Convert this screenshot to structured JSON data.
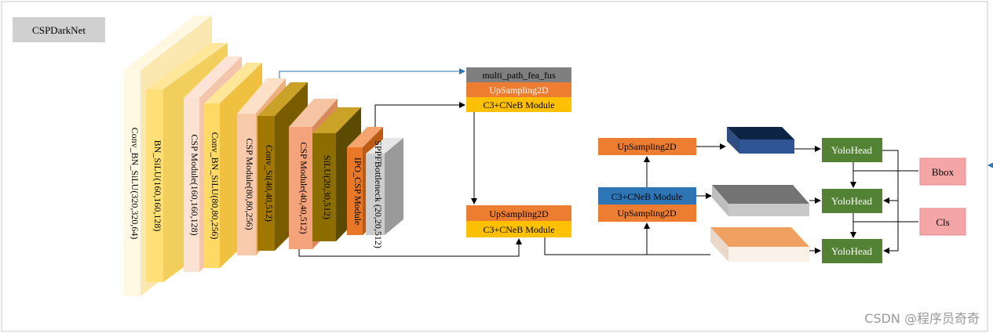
{
  "backbone": {
    "tag": "CSPDarkNet",
    "layers": [
      "Conv_BN_SiLU(320,320,64)",
      "BN_SiLU(160,160,128)",
      "CSP Module(160,160,128)",
      "Conv_BN_SiLU(80,80,256)",
      "CSP Module(80,80,256)",
      "Conv_Si(40,40,512)",
      "CSP Module(40,40,512)",
      "SiLU(20,30,512)",
      "IPO_CSP Module",
      "SPPFBottleneck (20,20,512)"
    ]
  },
  "neck": {
    "top_block": [
      "multi_path_fea_fus",
      "UpSampling2D",
      "C3+CNeB Module"
    ],
    "mid_block": [
      "UpSampling2D",
      "C3+CNeB Module"
    ],
    "right_upsample": "UpSampling2D",
    "right_block": [
      "C3+CNeB Module",
      "UpSampling2D"
    ]
  },
  "heads": [
    "YoloHead",
    "YoloHead",
    "YoloHead"
  ],
  "outputs": [
    "Bbox",
    "Cls"
  ],
  "watermark": "CSDN @程序员奇奇",
  "colors": {
    "orange": "#ed7d31",
    "gold": "#ffc000",
    "gray": "#7f7f7f",
    "blue": "#2e75b6",
    "green": "#548235",
    "pink": "#f4a6a6",
    "navy": "#1f3864"
  }
}
